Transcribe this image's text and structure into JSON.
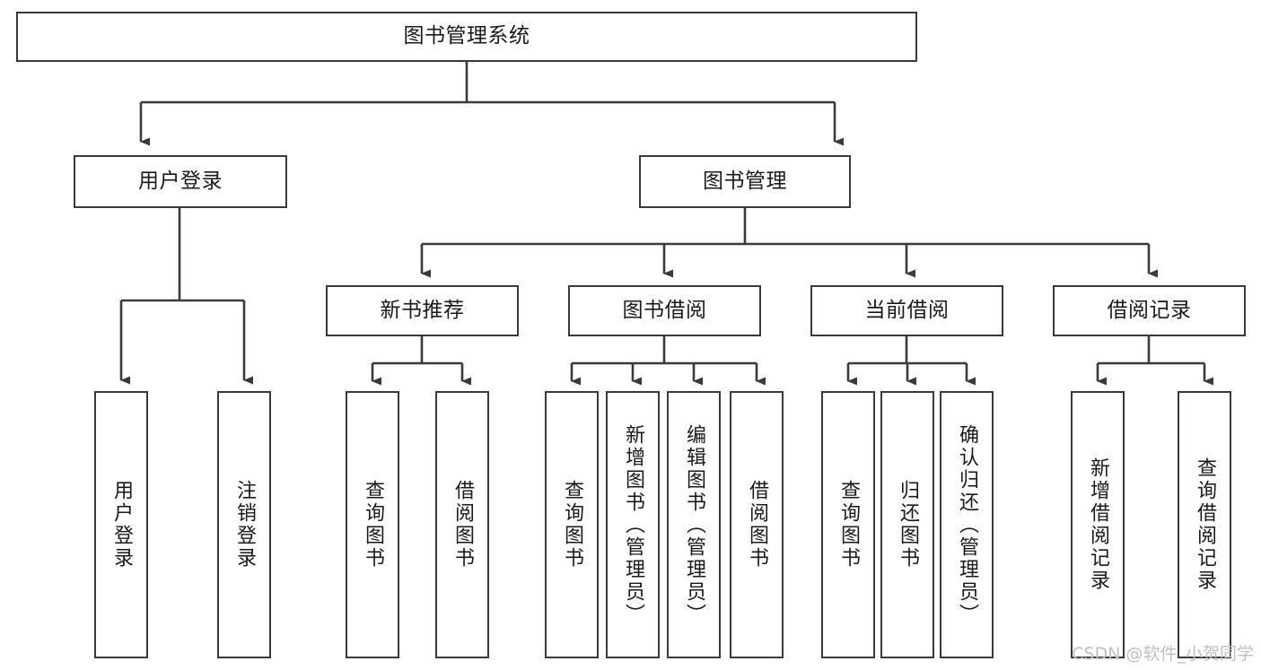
{
  "diagram": {
    "title": "图书管理系统",
    "type": "tree-hierarchy-chart",
    "watermark": "CSDN @软件_小贺同学",
    "colors": {
      "stroke": "#3a3a3a",
      "fill": "#ffffff",
      "text": "#1a1a1a",
      "watermark": "#c0c0c0"
    },
    "nodes": {
      "root": {
        "label": "图书管理系统"
      },
      "level2": [
        {
          "label": "用户登录"
        },
        {
          "label": "图书管理"
        }
      ],
      "level3": [
        {
          "label": "新书推荐"
        },
        {
          "label": "图书借阅"
        },
        {
          "label": "当前借阅"
        },
        {
          "label": "借阅记录"
        }
      ],
      "leaves": {
        "user_login": [
          {
            "label": "用户登录"
          },
          {
            "label": "注销登录"
          }
        ],
        "new_book": [
          {
            "label": "查询图书"
          },
          {
            "label": "借阅图书"
          }
        ],
        "book_borrow": [
          {
            "label": "查询图书"
          },
          {
            "label": "新增图书（管理员）"
          },
          {
            "label": "编辑图书（管理员）"
          },
          {
            "label": "借阅图书"
          }
        ],
        "current_borrow": [
          {
            "label": "查询图书"
          },
          {
            "label": "归还图书"
          },
          {
            "label": "确认归还（管理员）"
          }
        ],
        "borrow_record": [
          {
            "label": "新增借阅记录"
          },
          {
            "label": "查询借阅记录"
          }
        ]
      }
    }
  }
}
